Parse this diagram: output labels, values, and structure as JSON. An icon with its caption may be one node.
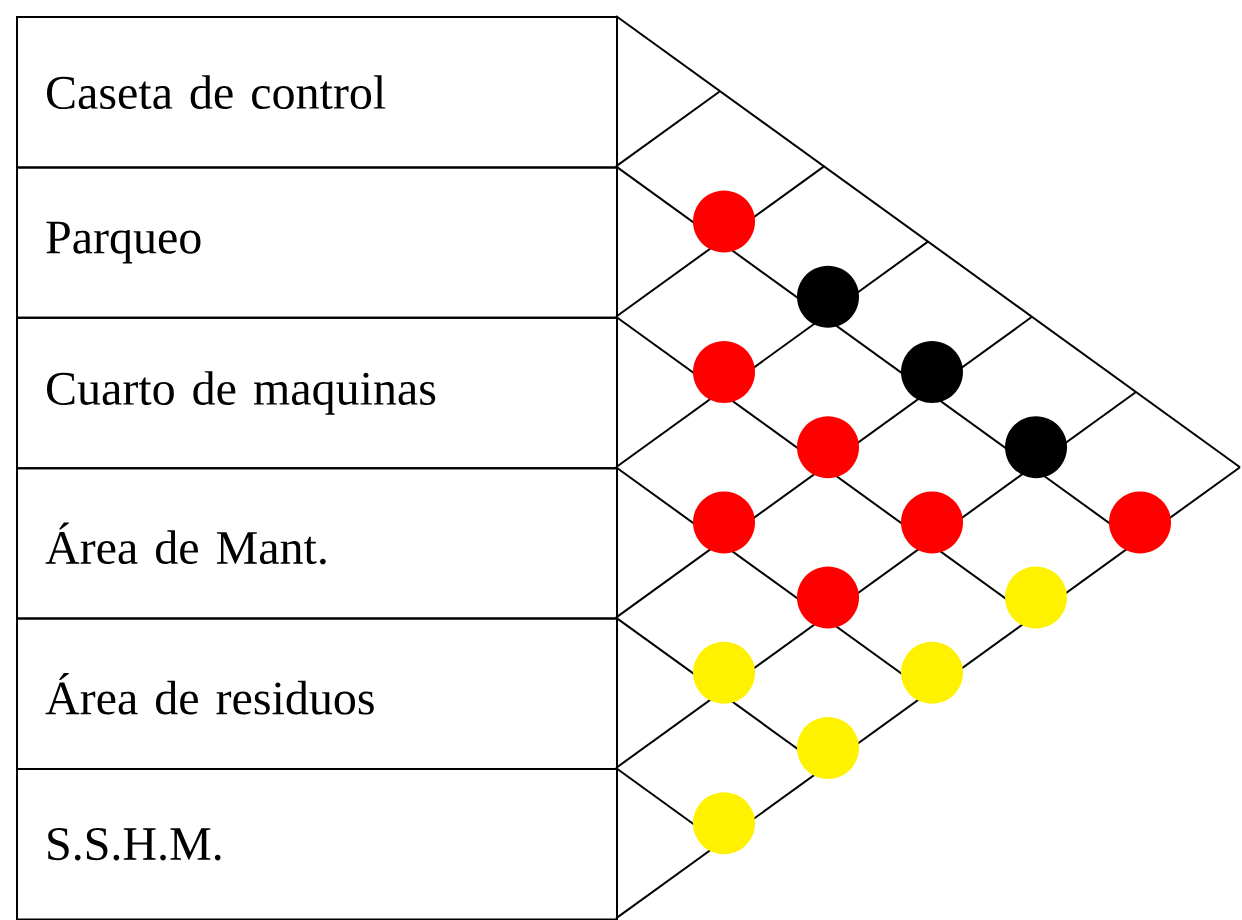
{
  "diagram": {
    "nodes": [
      {
        "text": [
          "Caseta de control"
        ]
      },
      {
        "text": [
          "Parqueo"
        ]
      },
      {
        "text": [
          "Cuarto de maquinas"
        ]
      },
      {
        "text": [
          "Área de Mant."
        ]
      },
      {
        "text": [
          "Área de residuos"
        ]
      },
      {
        "text": [
          "S.S.H.M."
        ]
      }
    ]
  }
}
